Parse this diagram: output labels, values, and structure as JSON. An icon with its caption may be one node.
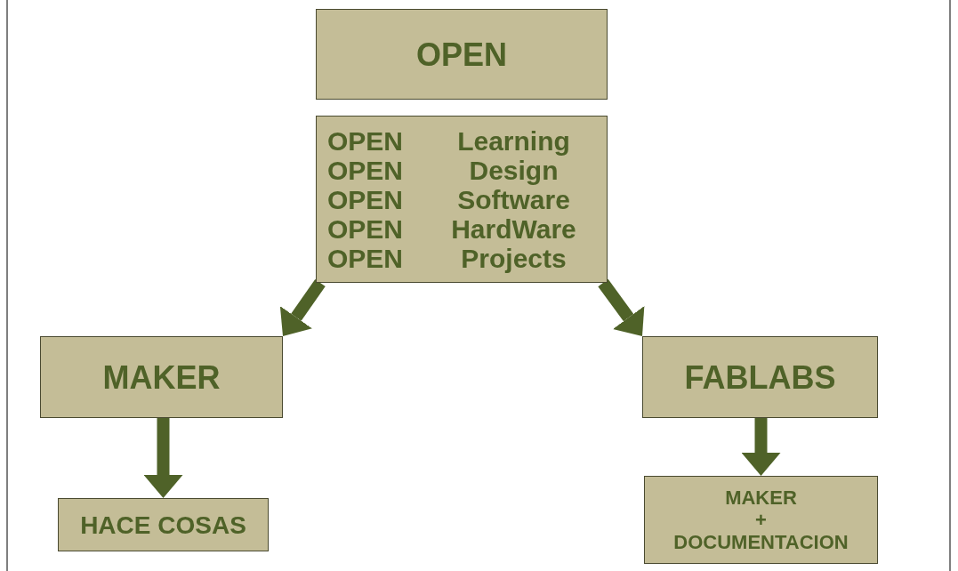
{
  "diagram": {
    "nodes": [
      {
        "text": [
          "OPEN"
        ]
      },
      {
        "text": [
          "OPEN",
          "Learning",
          "OPEN",
          "Design",
          "OPEN",
          "Software",
          "OPEN",
          "HardWare",
          "OPEN",
          "Projects"
        ]
      },
      {
        "text": [
          "MAKER"
        ]
      },
      {
        "text": [
          "FABLABS"
        ]
      },
      {
        "text": [
          "HACE COSAS"
        ]
      },
      {
        "text": [
          "MAKER",
          "+",
          "DOCUMENTACION"
        ]
      }
    ],
    "edges": [
      {
        "from": 1,
        "to": 2,
        "arrow": "to"
      },
      {
        "from": 1,
        "to": 3,
        "arrow": "to"
      },
      {
        "from": 2,
        "to": 4,
        "arrow": "to"
      },
      {
        "from": 3,
        "to": 5,
        "arrow": "to"
      }
    ]
  }
}
